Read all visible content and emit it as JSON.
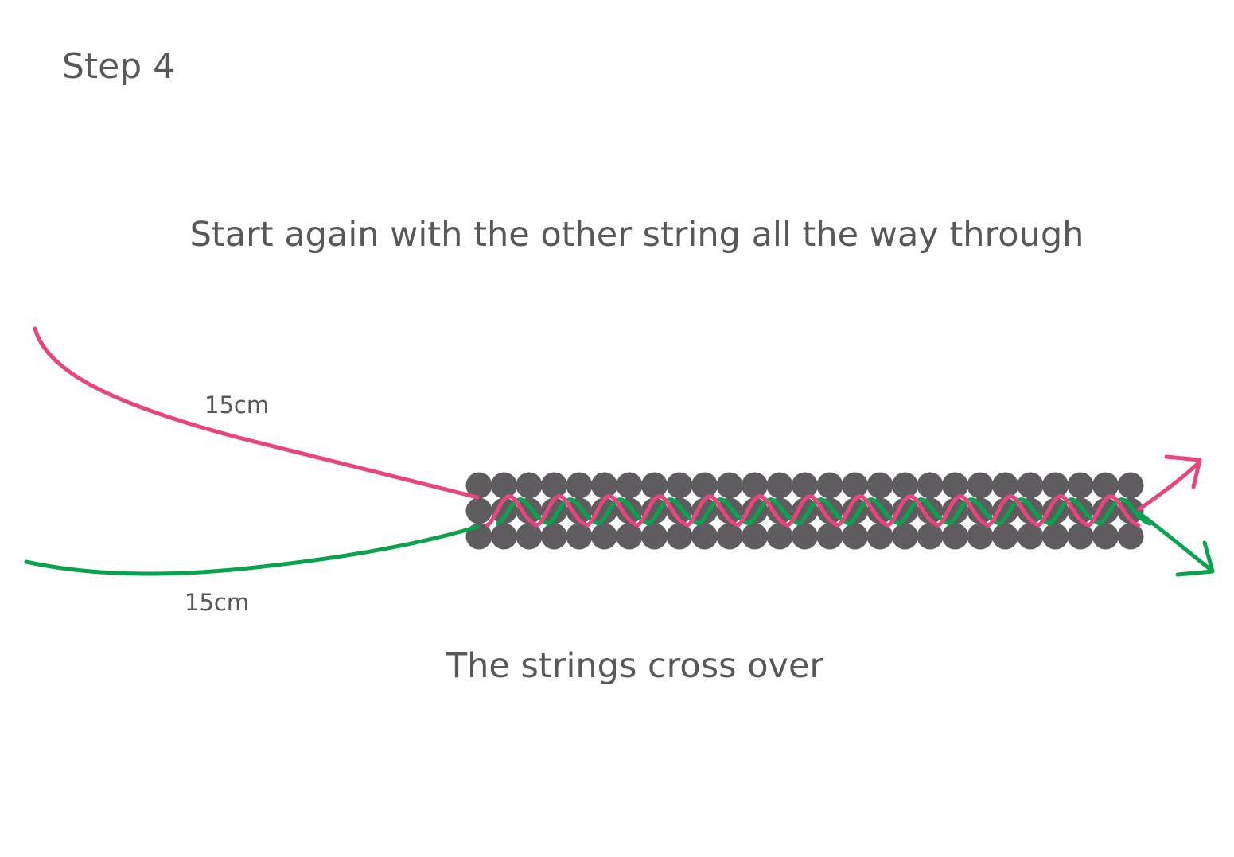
{
  "step": {
    "title": "Step 4"
  },
  "instruction": "Start again with the other string all the way through",
  "caption": "The strings cross over",
  "strings": [
    {
      "name": "pink-string",
      "label": "15cm",
      "color": "#e8457c"
    },
    {
      "name": "green-string",
      "label": "15cm",
      "color": "#0aa24e"
    }
  ],
  "beads": {
    "rows": 3,
    "per_row": 27,
    "color": "#5f5c5f"
  }
}
